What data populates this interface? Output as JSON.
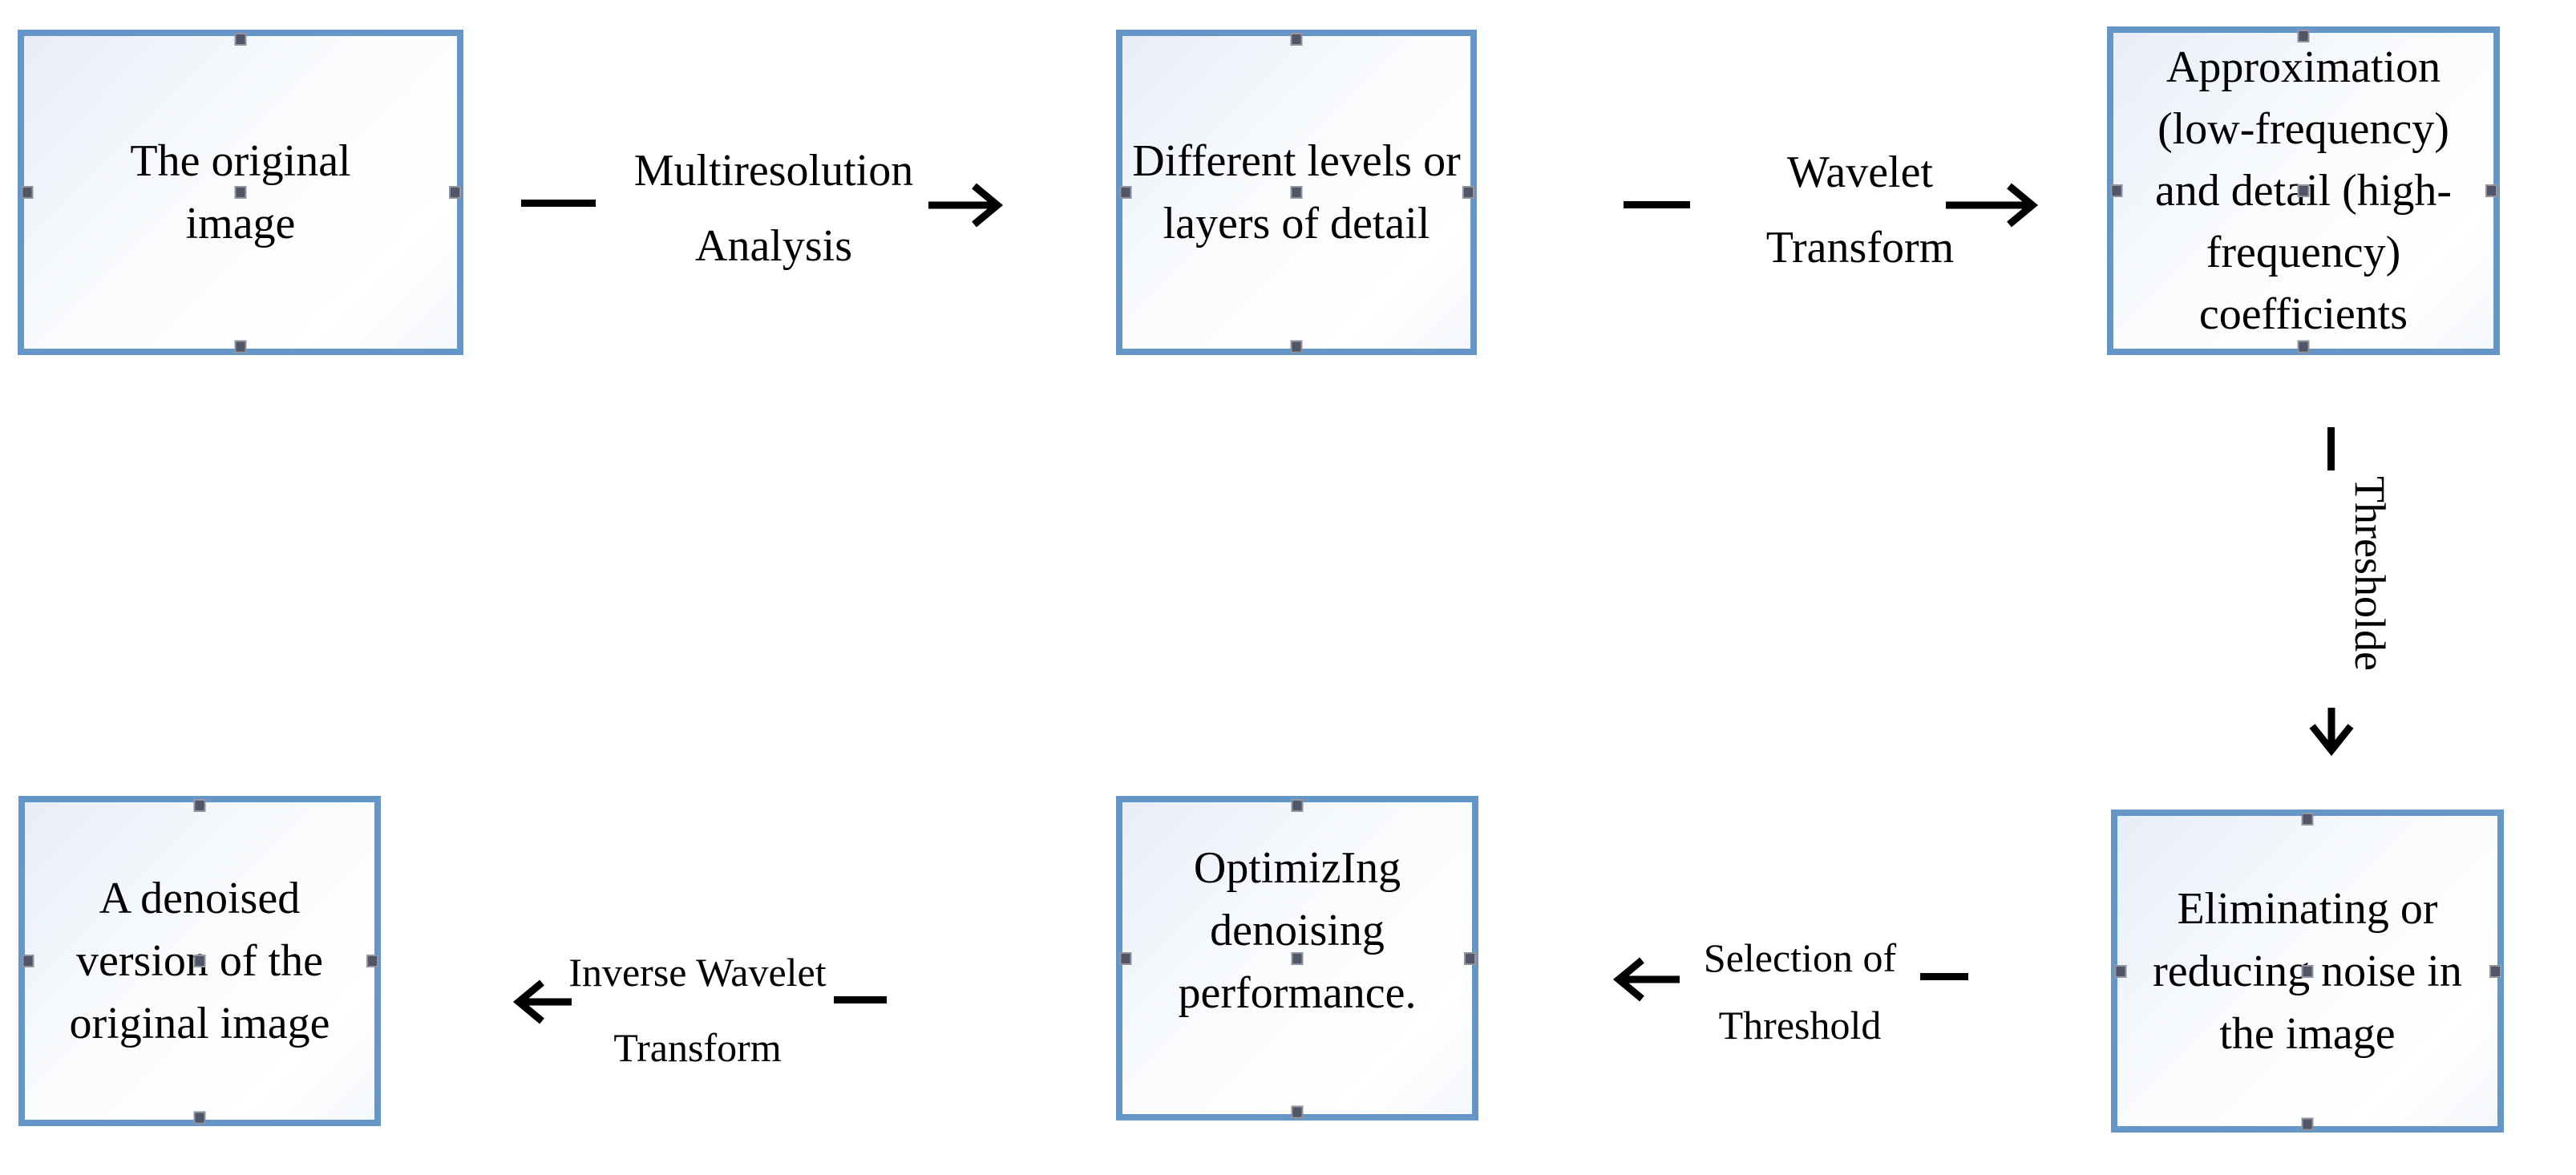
{
  "diagram": {
    "description_visible": false
  },
  "boxes": [
    {
      "id": "original-image",
      "text": "The original\nimage"
    },
    {
      "id": "levels-of-detail",
      "text": "Different levels or\nlayers of detail"
    },
    {
      "id": "coefficients",
      "text": "Approximation\n(low-frequency)\nand detail (high-\nfrequency)\ncoefficients"
    },
    {
      "id": "denoised-version",
      "text": "A denoised\nversion of the\noriginal image"
    },
    {
      "id": "optimizing-denoising",
      "text": "OptimizIng\ndenoising\nperformance."
    },
    {
      "id": "eliminating-noise",
      "text": "Eliminating or\nreducing noise in\nthe image"
    }
  ],
  "connectors": [
    {
      "id": "multiresolution-analysis",
      "label": "Multiresolution\nAnalysis",
      "direction": "right"
    },
    {
      "id": "wavelet-transform",
      "label": "Wavelet\nTransform",
      "direction": "right"
    },
    {
      "id": "threshold",
      "label": "Thresholde",
      "direction": "down"
    },
    {
      "id": "selection-of-threshold",
      "label": "Selection of\nThreshold",
      "direction": "left"
    },
    {
      "id": "inverse-wavelet-transform",
      "label": "Inverse Wavelet\nTransform",
      "direction": "left"
    }
  ],
  "colors": {
    "box_border": "#6496c8",
    "box_fill_tint": "#e8edf7",
    "box_fill_white": "#ffffff",
    "handle_fill": "#515568",
    "handle_border": "#94949c",
    "arrow": "#000000",
    "text": "#000000"
  }
}
